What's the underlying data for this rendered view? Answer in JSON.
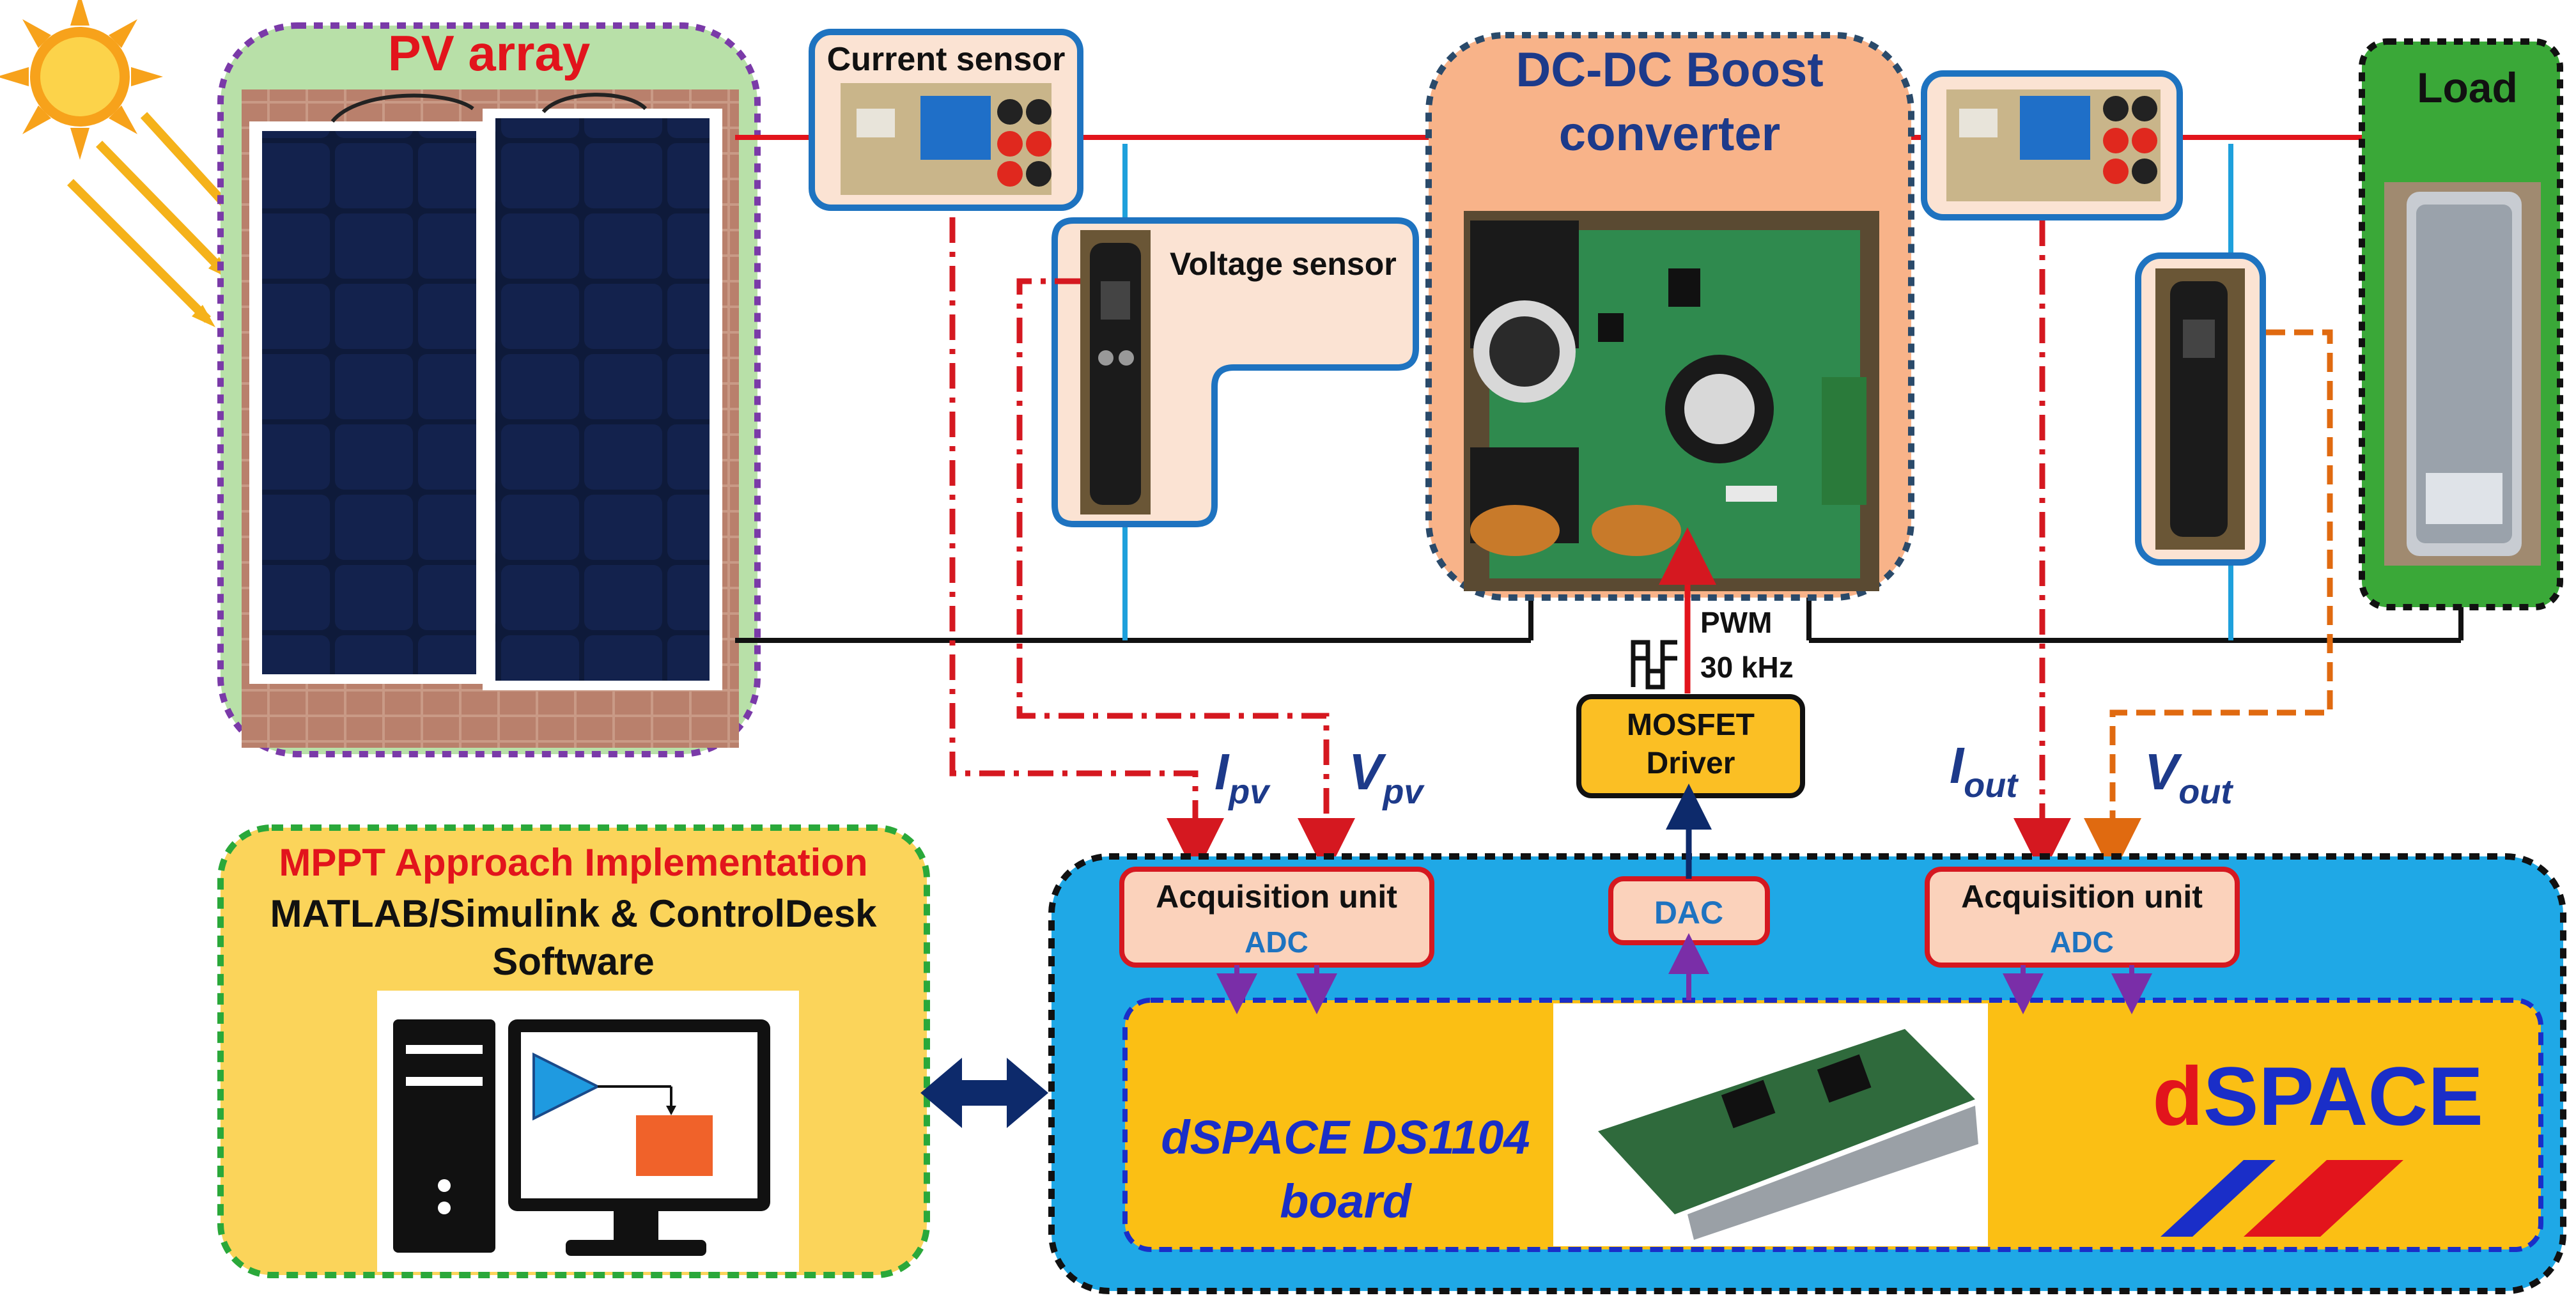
{
  "labels": {
    "pv_array": "PV array",
    "current_sensor": "Current sensor",
    "voltage_sensor": "Voltage sensor",
    "boost_line1": "DC-DC Boost",
    "boost_line2": "converter",
    "load": "Load",
    "pwm": "PWM",
    "freq": "30 kHz",
    "mosfet_line1": "MOSFET",
    "mosfet_line2": "Driver",
    "i_pv_main": "I",
    "i_pv_sub": "pv",
    "v_pv_main": "V",
    "v_pv_sub": "pv",
    "i_out_main": "I",
    "i_out_sub": "out",
    "v_out_main": "V",
    "v_out_sub": "out",
    "acq1_title": "Acquisition unit",
    "acq1_sub": "ADC",
    "dac": "DAC",
    "acq2_title": "Acquisition unit",
    "acq2_sub": "ADC",
    "board_line1": "dSPACE DS1104",
    "board_line2": "board",
    "logo_d": "d",
    "logo_space": "SPACE",
    "mppt_title": "MPPT Approach Implementation",
    "mppt_line2": "MATLAB/Simulink & ControlDesk",
    "mppt_line3": "Software"
  },
  "colors": {
    "power_line": "#e2141c",
    "ground_line": "#111111",
    "sense_line": "#1ea0dc",
    "signal_red": "#d51820",
    "signal_orange": "#e06a10",
    "dspace_blue": "#1a2ec8",
    "navy_arrow": "#0d2a6b",
    "purple_arrow": "#7a2ea8"
  }
}
